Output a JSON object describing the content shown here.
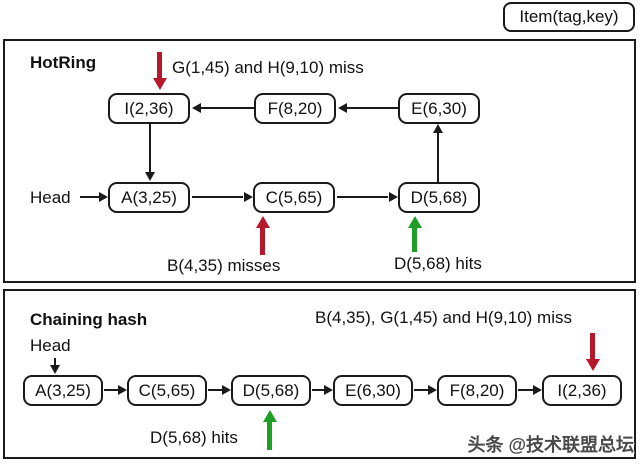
{
  "legend": {
    "item_label": "Item(tag,key)"
  },
  "colors": {
    "red": "#b5182b",
    "green": "#1f9e26",
    "line": "#1a1a1a"
  },
  "hotring": {
    "title": "HotRing",
    "head": "Head",
    "nodes": [
      {
        "label": "I(2,36)"
      },
      {
        "label": "F(8,20)"
      },
      {
        "label": "E(6,30)"
      },
      {
        "label": "A(3,25)"
      },
      {
        "label": "C(5,65)"
      },
      {
        "label": "D(5,68)"
      }
    ],
    "annotations": [
      {
        "text": "G(1,45) and H(9,10) miss",
        "type": "miss"
      },
      {
        "text": "B(4,35) misses",
        "type": "miss"
      },
      {
        "text": "D(5,68) hits",
        "type": "hit"
      }
    ]
  },
  "chaining": {
    "title": "Chaining hash",
    "head": "Head",
    "nodes": [
      {
        "label": "A(3,25)"
      },
      {
        "label": "C(5,65)"
      },
      {
        "label": "D(5,68)"
      },
      {
        "label": "E(6,30)"
      },
      {
        "label": "F(8,20)"
      },
      {
        "label": "I(2,36)"
      }
    ],
    "annotations": [
      {
        "text": "B(4,35), G(1,45) and H(9,10) miss",
        "type": "miss"
      },
      {
        "text": "D(5,68) hits",
        "type": "hit"
      }
    ]
  },
  "watermark": "头条 @技术联盟总坛"
}
